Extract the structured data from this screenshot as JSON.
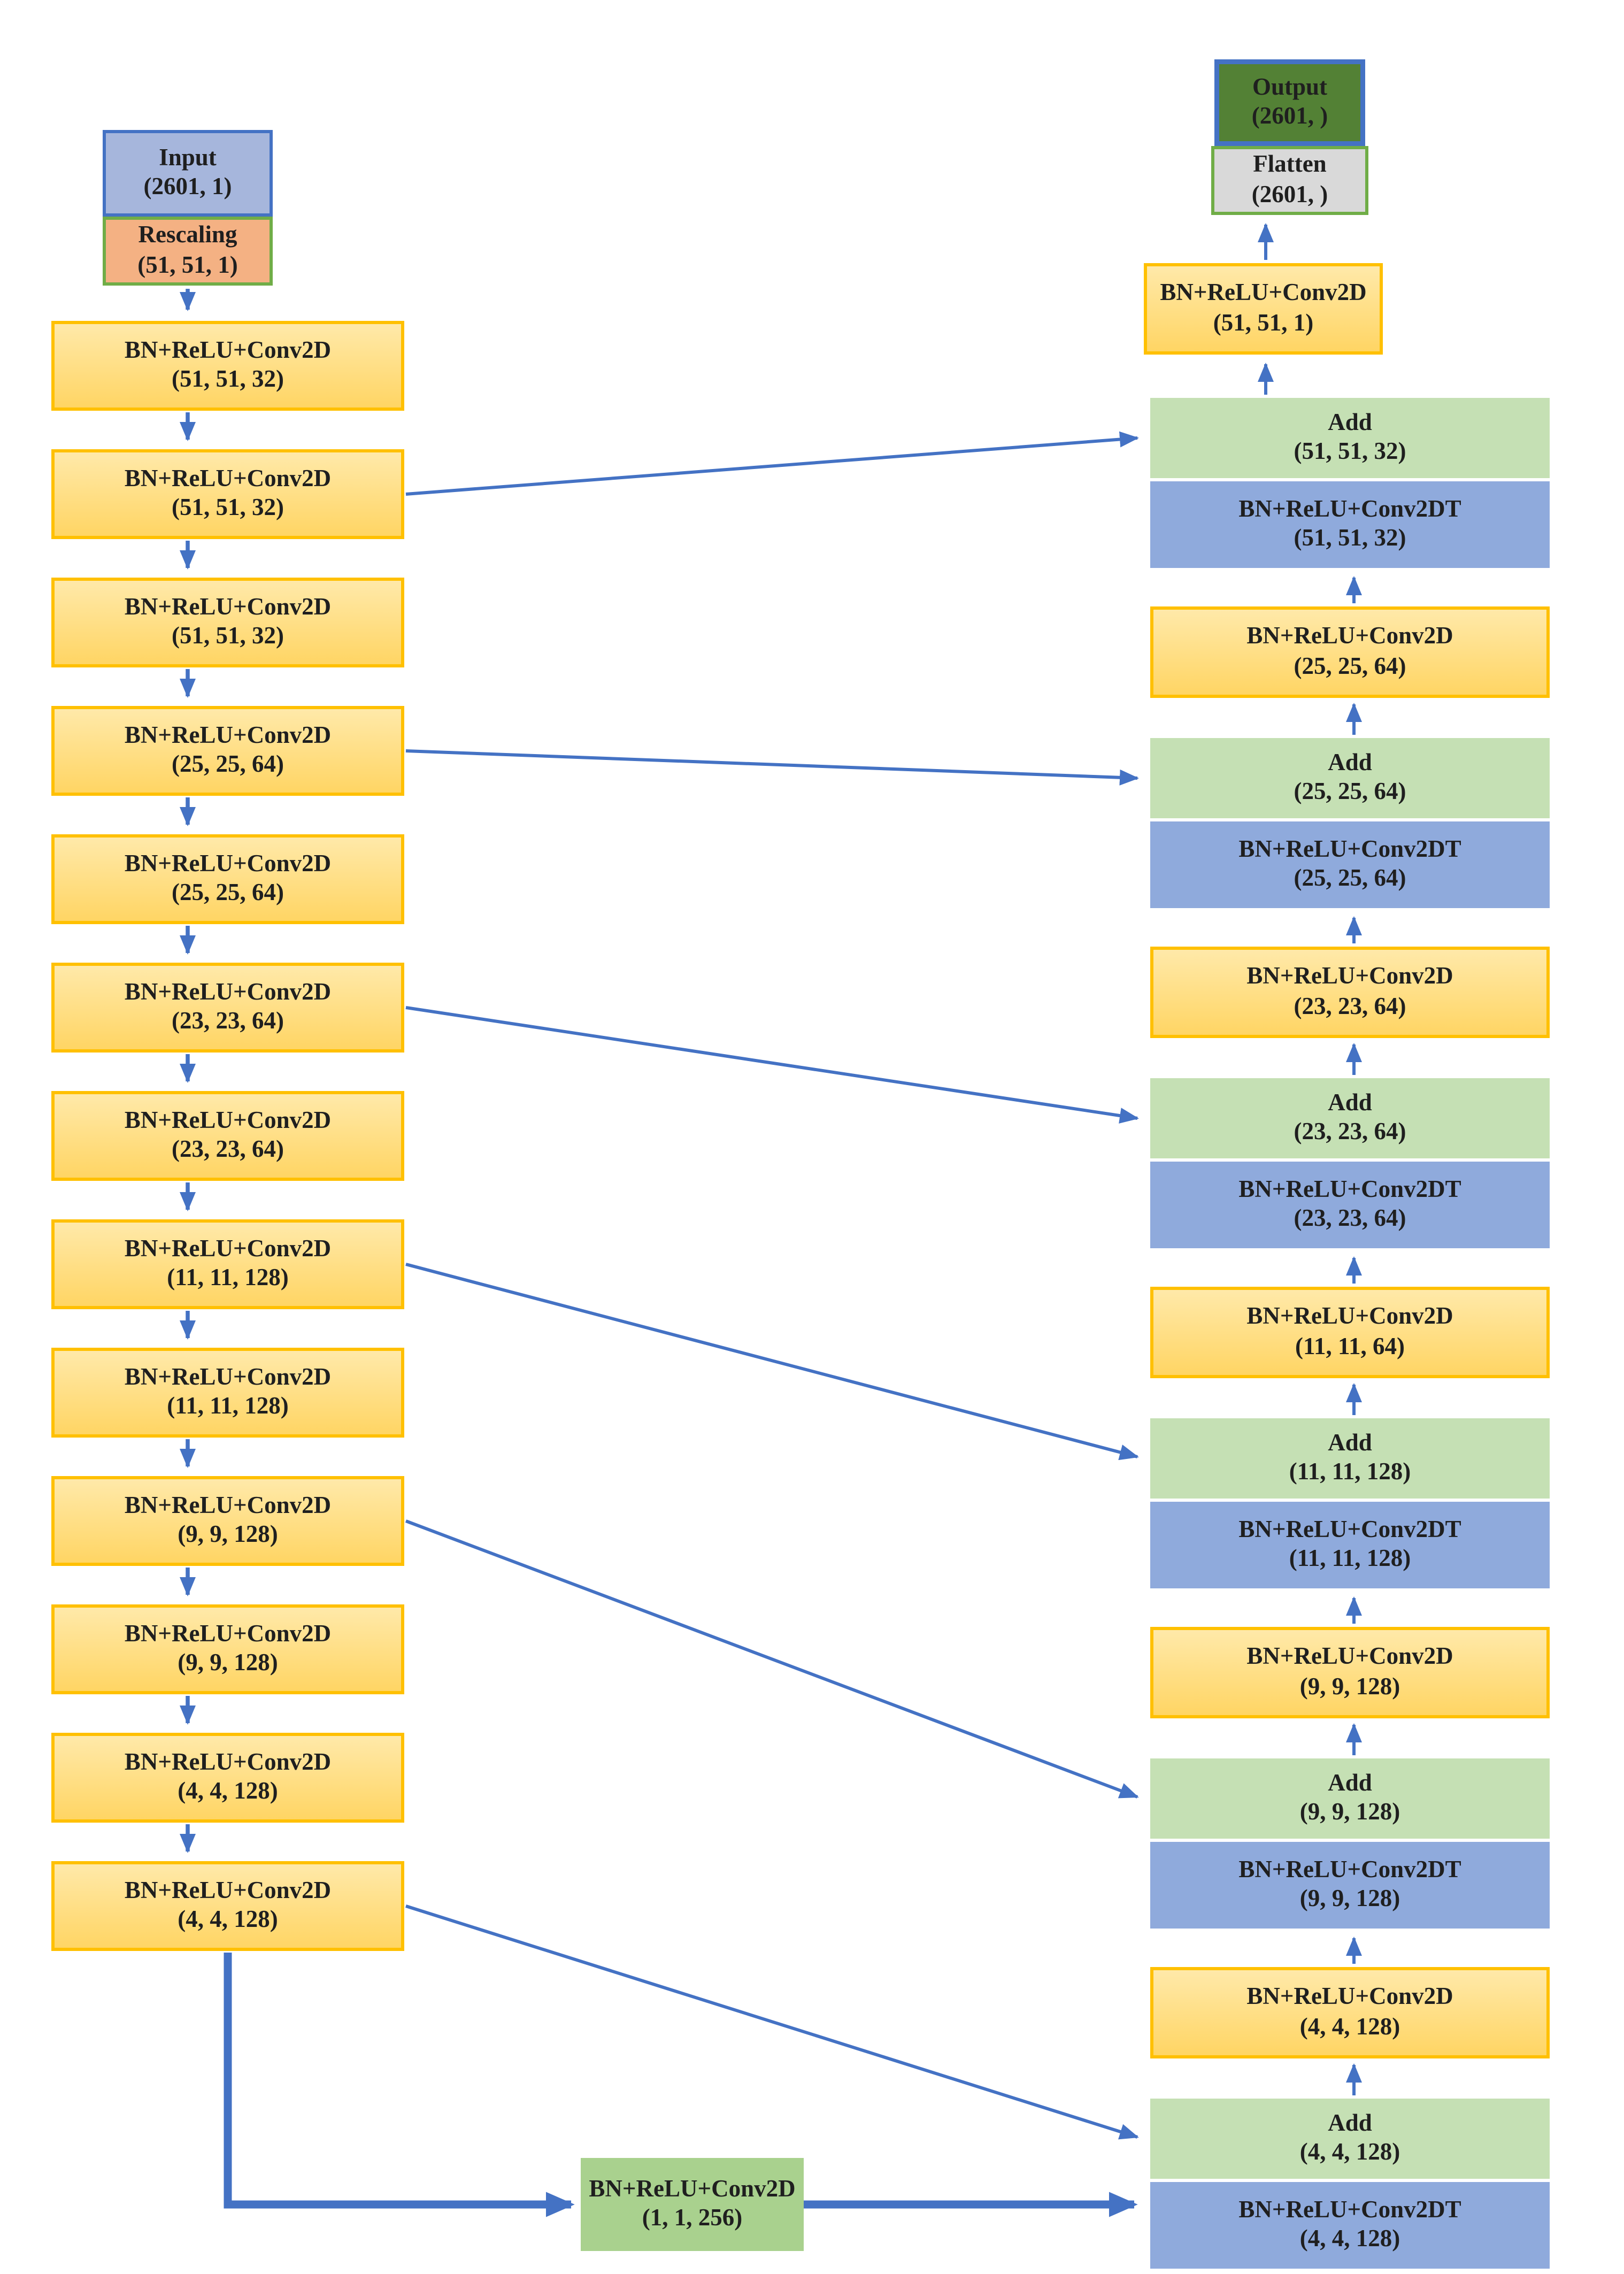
{
  "diagram": {
    "input": {
      "label": "Input",
      "dims": "(2601, 1)"
    },
    "rescaling": {
      "label": "Rescaling",
      "dims": "(51, 51, 1)"
    },
    "encoder": [
      {
        "label": "BN+ReLU+Conv2D",
        "dims": "(51, 51, 32)",
        "skip": false
      },
      {
        "label": "BN+ReLU+Conv2D",
        "dims": "(51, 51, 32)",
        "skip": true
      },
      {
        "label": "BN+ReLU+Conv2D",
        "dims": "(51, 51, 32)",
        "skip": false
      },
      {
        "label": "BN+ReLU+Conv2D",
        "dims": "(25, 25, 64)",
        "skip": true
      },
      {
        "label": "BN+ReLU+Conv2D",
        "dims": "(25, 25, 64)",
        "skip": false
      },
      {
        "label": "BN+ReLU+Conv2D",
        "dims": "(23, 23, 64)",
        "skip": true
      },
      {
        "label": "BN+ReLU+Conv2D",
        "dims": "(23, 23, 64)",
        "skip": false
      },
      {
        "label": "BN+ReLU+Conv2D",
        "dims": "(11, 11, 128)",
        "skip": true
      },
      {
        "label": "BN+ReLU+Conv2D",
        "dims": "(11, 11, 128)",
        "skip": false
      },
      {
        "label": "BN+ReLU+Conv2D",
        "dims": "(9, 9, 128)",
        "skip": true
      },
      {
        "label": "BN+ReLU+Conv2D",
        "dims": "(9, 9, 128)",
        "skip": false
      },
      {
        "label": "BN+ReLU+Conv2D",
        "dims": "(4, 4, 128)",
        "skip": false
      },
      {
        "label": "BN+ReLU+Conv2D",
        "dims": "(4, 4, 128)",
        "skip": true
      }
    ],
    "bottleneck": {
      "label": "BN+ReLU+Conv2D",
      "dims": "(1, 1, 256)"
    },
    "decoder": {
      "output": {
        "label": "Output",
        "dims": "(2601, )"
      },
      "flatten": {
        "label": "Flatten",
        "dims": "(2601, )"
      },
      "head_conv": {
        "label": "BN+ReLU+Conv2D",
        "dims": "(51, 51, 1)"
      },
      "stages": [
        {
          "add_label": "Add",
          "add_dims": "(51, 51, 32)",
          "convt_label": "BN+ReLU+Conv2DT",
          "convt_dims": "(51, 51, 32)",
          "conv_label": "BN+ReLU+Conv2D",
          "conv_dims": "(25, 25, 64)"
        },
        {
          "add_label": "Add",
          "add_dims": "(25, 25, 64)",
          "convt_label": "BN+ReLU+Conv2DT",
          "convt_dims": "(25, 25, 64)",
          "conv_label": "BN+ReLU+Conv2D",
          "conv_dims": "(23, 23, 64)"
        },
        {
          "add_label": "Add",
          "add_dims": "(23, 23, 64)",
          "convt_label": "BN+ReLU+Conv2DT",
          "convt_dims": "(23, 23, 64)",
          "conv_label": "BN+ReLU+Conv2D",
          "conv_dims": "(11, 11, 64)"
        },
        {
          "add_label": "Add",
          "add_dims": "(11, 11, 128)",
          "convt_label": "BN+ReLU+Conv2DT",
          "convt_dims": "(11, 11, 128)",
          "conv_label": "BN+ReLU+Conv2D",
          "conv_dims": "(9, 9, 128)"
        },
        {
          "add_label": "Add",
          "add_dims": "(9, 9, 128)",
          "convt_label": "BN+ReLU+Conv2DT",
          "convt_dims": "(9, 9, 128)",
          "conv_label": "BN+ReLU+Conv2D",
          "conv_dims": "(4, 4, 128)"
        },
        {
          "add_label": "Add",
          "add_dims": "(4, 4, 128)",
          "convt_label": "BN+ReLU+Conv2DT",
          "convt_dims": "(4, 4, 128)"
        }
      ]
    },
    "colors": {
      "arrow": "#4472c4",
      "conv_fill": "#ffd966",
      "conv_border": "#ffc000",
      "add_fill": "#c5e0b4",
      "convt_fill": "#8faadc",
      "input_fill": "#a6b6dc",
      "rescaling_fill": "#f4b183",
      "bottleneck_fill": "#a9d18e",
      "output_fill": "#538135",
      "flatten_fill": "#d9d9d9",
      "green_border": "#70ad47",
      "blue_border": "#4472c4"
    }
  }
}
